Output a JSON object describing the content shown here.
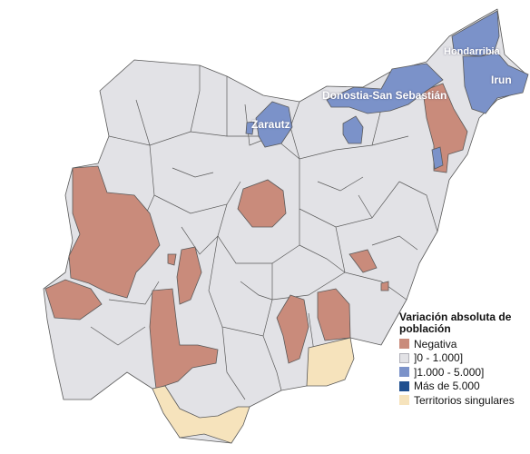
{
  "map": {
    "colors": {
      "negative": "#c98b7b",
      "low": "#e2e2e6",
      "mid": "#7b92c9",
      "high": "#1f4f8f",
      "singular": "#f6e3bc",
      "border": "#5a5a5a"
    }
  },
  "labels": {
    "hondarribia": "Hondarribia",
    "irun": "Irun",
    "donostia": "Donostia-San Sebastián",
    "zarautz": "Zarautz"
  },
  "legend": {
    "title": "Variación absoluta de población",
    "items": [
      {
        "label": "Negativa",
        "color": "#c98b7b"
      },
      {
        "label": "]0 - 1.000]",
        "color": "#e2e2e6"
      },
      {
        "label": "]1.000 - 5.000]",
        "color": "#7b92c9"
      },
      {
        "label": "Más de 5.000",
        "color": "#1f4f8f"
      },
      {
        "label": "Territorios singulares",
        "color": "#f6e3bc"
      }
    ]
  }
}
